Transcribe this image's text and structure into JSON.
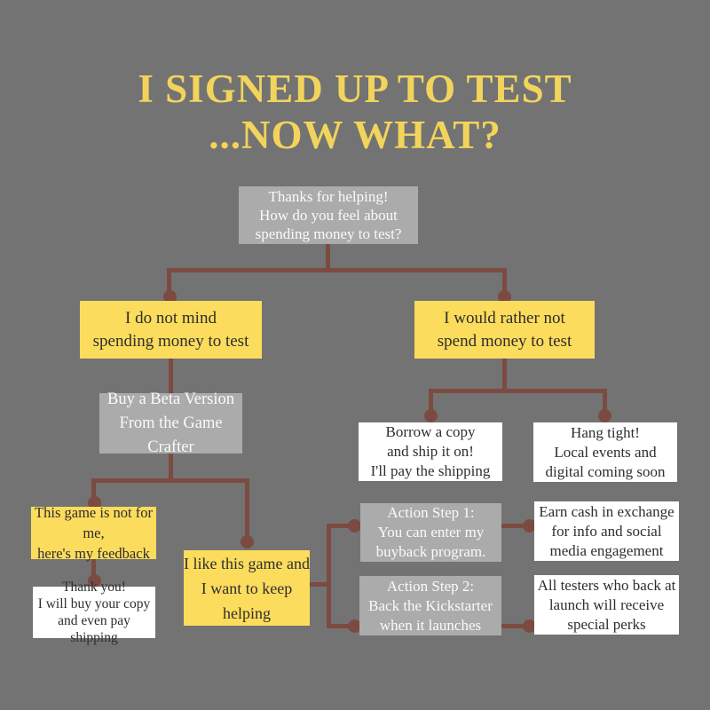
{
  "title": {
    "line1": "I SIGNED UP TO TEST",
    "line2": "...NOW WHAT?"
  },
  "colors": {
    "bg": "#737373",
    "box_yellow": "#FCDC5C",
    "box_gray": "#ABABAB",
    "box_white": "#FFFFFF",
    "connector": "#7B4B42",
    "title_yellow": "#F2D45C",
    "text_dark": "#2E2E2E",
    "text_light": "#FAFAFA"
  },
  "chart_type": "flowchart",
  "nodes": {
    "root": {
      "style": "gray",
      "lines": [
        "Thanks for helping!",
        "How do you feel about",
        "spending money to test?"
      ]
    },
    "no_mind": {
      "style": "yellow",
      "lines": [
        "I do not mind",
        "spending money to test"
      ]
    },
    "rather_not": {
      "style": "yellow",
      "lines": [
        "I would rather not",
        "spend money to test"
      ]
    },
    "buy_beta": {
      "style": "gray",
      "lines": [
        "Buy a Beta Version",
        "From the Game Crafter"
      ]
    },
    "not_for_me": {
      "style": "yellow",
      "lines": [
        "This game is not for me,",
        "here's my feedback"
      ]
    },
    "thank_you": {
      "style": "white",
      "lines": [
        "Thank you!",
        "I will buy your copy",
        "and even pay shipping"
      ]
    },
    "like_game": {
      "style": "yellow",
      "lines": [
        "I like this game and",
        "I want to keep",
        "helping"
      ]
    },
    "borrow": {
      "style": "white",
      "lines": [
        "Borrow a copy",
        "and ship it on!",
        "I'll pay the shipping"
      ]
    },
    "hang_tight": {
      "style": "white",
      "lines": [
        "Hang tight!",
        "Local events and",
        "digital coming soon"
      ]
    },
    "action1": {
      "style": "gray",
      "lines": [
        "Action Step 1:",
        "You can enter my",
        "buyback program."
      ]
    },
    "earn_cash": {
      "style": "white",
      "lines": [
        "Earn cash in exchange",
        "for info and social",
        "media engagement"
      ]
    },
    "action2": {
      "style": "gray",
      "lines": [
        "Action Step 2:",
        "Back the Kickstarter",
        "when it launches"
      ]
    },
    "perks": {
      "style": "white",
      "lines": [
        "All testers who back at",
        "launch will receive",
        "special perks"
      ]
    }
  },
  "edges": [
    {
      "from": "root",
      "to": "no_mind"
    },
    {
      "from": "root",
      "to": "rather_not"
    },
    {
      "from": "no_mind",
      "to": "buy_beta"
    },
    {
      "from": "buy_beta",
      "to": "not_for_me"
    },
    {
      "from": "buy_beta",
      "to": "like_game"
    },
    {
      "from": "not_for_me",
      "to": "thank_you"
    },
    {
      "from": "rather_not",
      "to": "borrow"
    },
    {
      "from": "rather_not",
      "to": "hang_tight"
    },
    {
      "from": "like_game",
      "to": "action1"
    },
    {
      "from": "like_game",
      "to": "action2"
    },
    {
      "from": "action1",
      "to": "earn_cash"
    },
    {
      "from": "action2",
      "to": "perks"
    }
  ]
}
